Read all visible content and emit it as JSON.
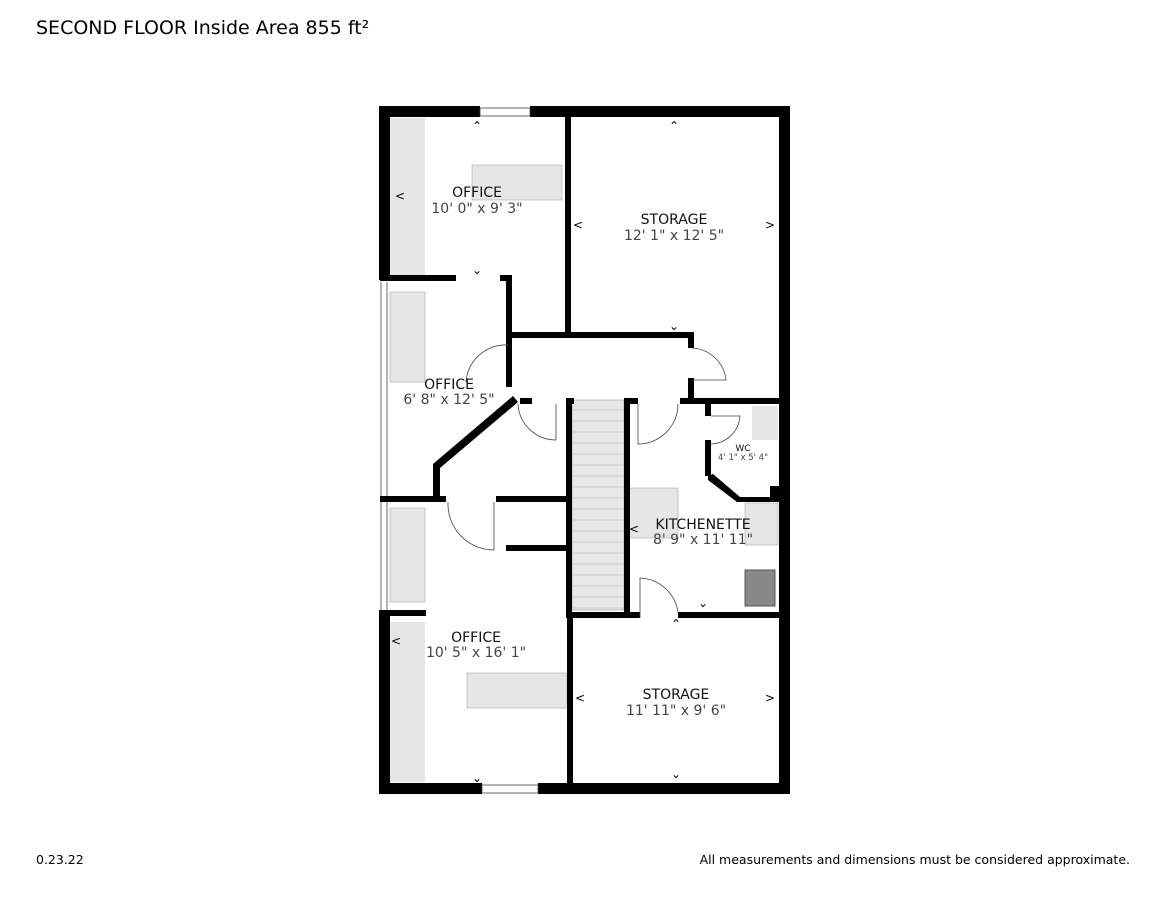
{
  "header": {
    "title": "SECOND FLOOR Inside Area 855 ft²"
  },
  "footer": {
    "date": "0.23.22",
    "disclaimer": "All measurements and dimensions must be considered approximate."
  },
  "rooms": [
    {
      "name": "OFFICE",
      "dims": "10' 0\" x 9' 3\""
    },
    {
      "name": "STORAGE",
      "dims": "12' 1\" x 12' 5\""
    },
    {
      "name": "OFFICE",
      "dims": "6' 8\" x 12' 5\""
    },
    {
      "name": "WC",
      "dims": "4' 1\" x 5' 4\""
    },
    {
      "name": "KITCHENETTE",
      "dims": "8' 9\" x 11' 11\""
    },
    {
      "name": "OFFICE",
      "dims": "10' 5\" x 16' 1\""
    },
    {
      "name": "STORAGE",
      "dims": "11' 11\" x 9' 6\""
    }
  ],
  "colors": {
    "wall": "#000000",
    "fixture": "#e6e6e6",
    "text": "#111111"
  }
}
